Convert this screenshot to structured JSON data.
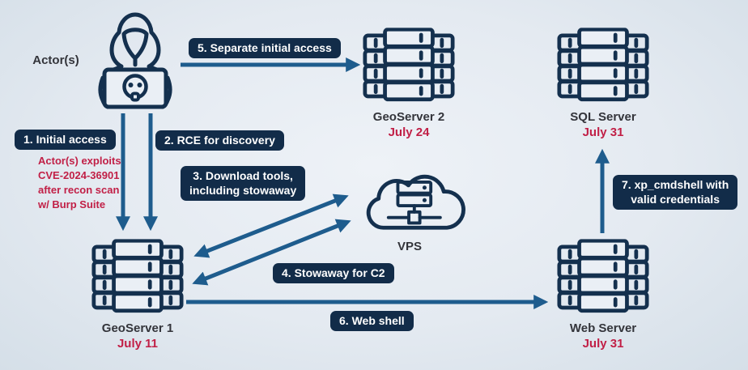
{
  "nodes": {
    "actor": {
      "label": "Actor(s)"
    },
    "geoserver2": {
      "name": "GeoServer 2",
      "date": "July 24"
    },
    "sqlserver": {
      "name": "SQL Server",
      "date": "July 31"
    },
    "vps": {
      "name": "VPS"
    },
    "geoserver1": {
      "name": "GeoServer 1",
      "date": "July 11"
    },
    "webserver": {
      "name": "Web Server",
      "date": "July 31"
    }
  },
  "steps": {
    "s1": {
      "label": "1. Initial access"
    },
    "s2": {
      "label": "2. RCE for discovery"
    },
    "s3": {
      "line1": "3. Download tools,",
      "line2": "including stowaway"
    },
    "s4": {
      "label": "4. Stowaway for C2"
    },
    "s5": {
      "label": "5. Separate initial access"
    },
    "s6": {
      "label": "6. Web shell"
    },
    "s7": {
      "line1": "7. xp_cmdshell with",
      "line2": "valid credentials"
    }
  },
  "annotation": {
    "line1": "Actor(s) exploits",
    "line2": "CVE-2024-36901",
    "line3": "after recon scan",
    "line4": "w/ Burp Suite"
  },
  "icons": {
    "actor": "hacker-laptop-skull-icon",
    "server": "server-rack-icon",
    "vps": "cloud-server-icon"
  },
  "colors": {
    "navy_box": "#122c49",
    "arrow_blue": "#1e5c8d",
    "accent_red": "#c11f46",
    "text_dark": "#33343a",
    "bg_edge": "#d5dfe8",
    "bg_center": "#eef2f7"
  }
}
